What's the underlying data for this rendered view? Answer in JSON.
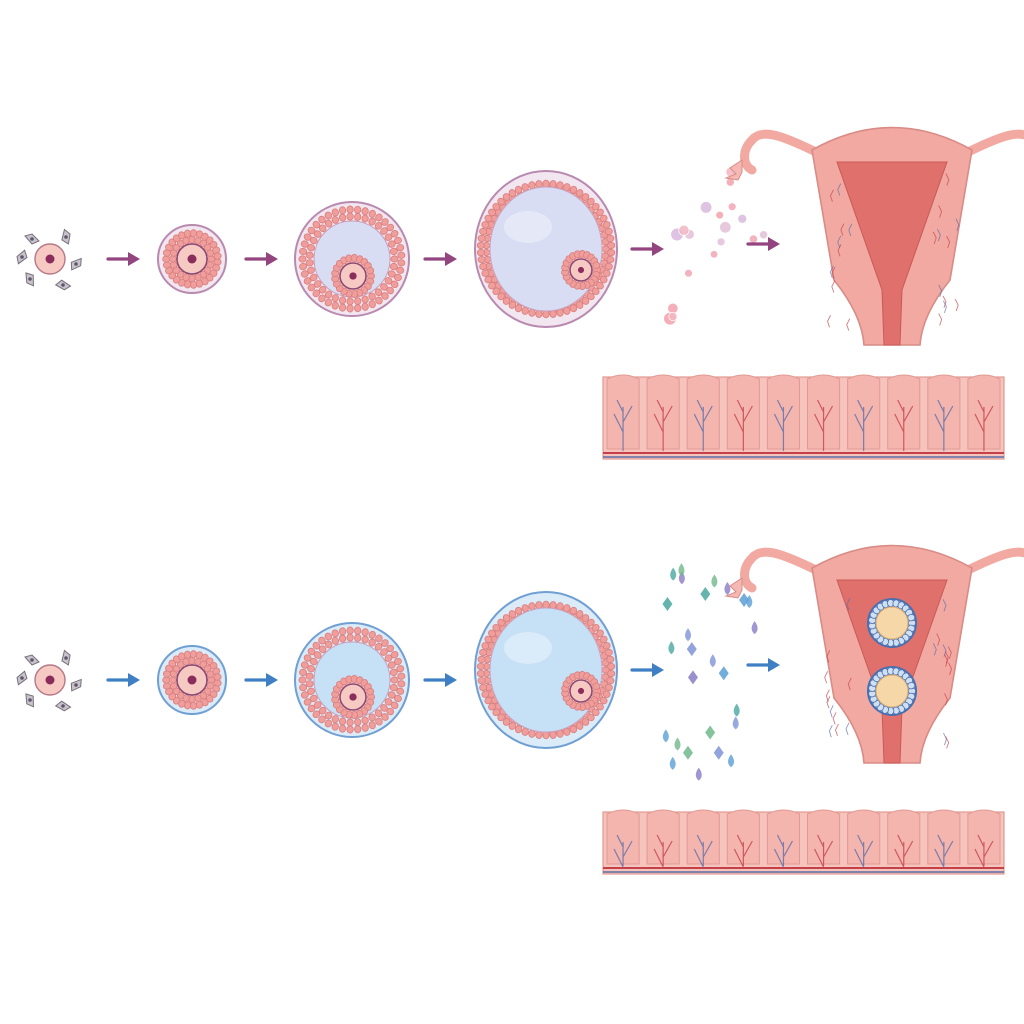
{
  "palette": {
    "background": "#ffffff",
    "arrow_top": "#93457f",
    "arrow_bottom": "#3f7fc4",
    "follicle_rim_top": "#b98ab0",
    "follicle_rim_bottom": "#6f9fd3",
    "follicle_fill_top": "#f2e6f0",
    "follicle_fill_bottom": "#dcebf8",
    "antrum_top": "#d8ddf3",
    "antrum_bottom": "#c6e0f6",
    "granulosa": "#ef9e9c",
    "oocyte": "#f7c9c3",
    "nucleus": "#8a2c5c",
    "uterus": "#f2a9a2",
    "uterine_cavity": "#e0706b",
    "endometrium": "#f6c3bd",
    "vessel_red": "#c4414a",
    "vessel_blue": "#5b6ea8"
  },
  "rows": [
    {
      "id": "top",
      "stages": [
        "primordial-follicle",
        "primary-follicle",
        "secondary-follicle",
        "tertiary-follicle",
        "signal-molecules",
        "uterus",
        "endometrium"
      ],
      "molecule_colors": [
        "#f1a7b5",
        "#e3c0d8",
        "#f4a2ac",
        "#d9b9df",
        "#f3b7c2"
      ],
      "implants": 0
    },
    {
      "id": "bottom",
      "stages": [
        "primordial-follicle",
        "primary-follicle",
        "secondary-follicle",
        "tertiary-follicle",
        "signal-molecules",
        "uterus",
        "endometrium"
      ],
      "molecule_colors": [
        "#5a9fd6",
        "#6fb98a",
        "#8a7cc6",
        "#4aa8a0",
        "#7f93d8"
      ],
      "implants": 2
    }
  ]
}
